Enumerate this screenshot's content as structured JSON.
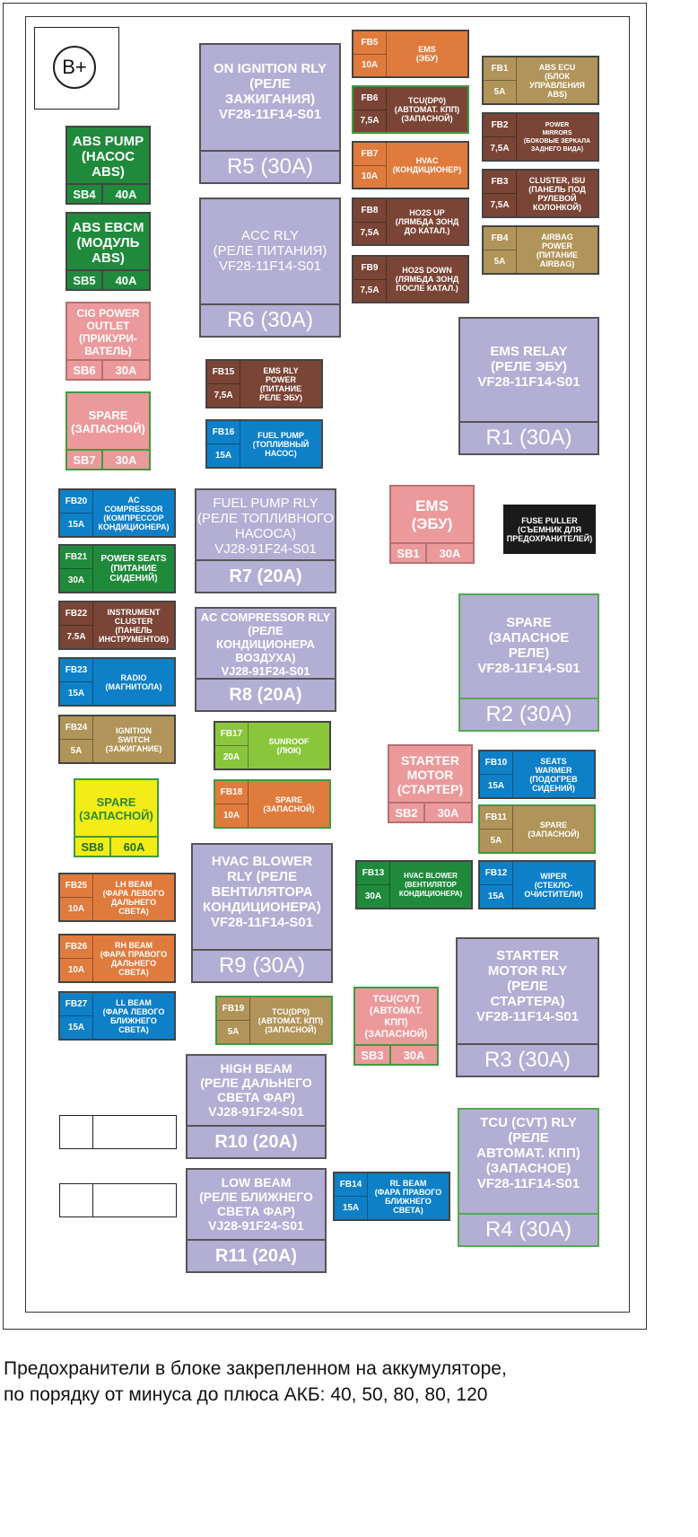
{
  "b_plus": "B+",
  "colors": {
    "orange": "#e07b3e",
    "brown": "#7a4536",
    "tan": "#b09459",
    "blue": "#0e80c8",
    "dark_green": "#1f8a3c",
    "light_green": "#8ac63c",
    "pink": "#ec999c",
    "yellow": "#f4ec16",
    "relay": "#b3aed4"
  },
  "relays": {
    "R5": {
      "title": "ON IGNITION RLY\n(РЕЛЕ\nЗАЖИГАНИЯ)\nVF28-11F14-S01",
      "rating": "R5 (30A)"
    },
    "R6": {
      "title": "ACC RLY\n(РЕЛЕ ПИТАНИЯ)\nVF28-11F14-S01",
      "rating": "R6 (30A)"
    },
    "R1": {
      "title": "EMS RELAY\n(РЕЛЕ ЭБУ)\nVF28-11F14-S01",
      "rating": "R1 (30A)"
    },
    "R7": {
      "title": "FUEL PUMP RLY\n(РЕЛЕ ТОПЛИВНОГО\nНАСОСА)\nVJ28-91F24-S01",
      "rating": "R7 (20A)"
    },
    "R8": {
      "title": "AC COMPRESSOR RLY\n(РЕЛЕ\nКОНДИЦИОНЕРА\nВОЗДУХА)\nVJ28-91F24-S01",
      "rating": "R8 (20A)"
    },
    "R2": {
      "title": "SPARE\n(ЗАПАСНОЕ\nРЕЛЕ)\nVF28-11F14-S01",
      "rating": "R2 (30A)"
    },
    "R9": {
      "title": "HVAC BLOWER\nRLY (РЕЛЕ\nВЕНТИЛЯТОРА\nКОНДИЦИОНЕРА)\nVF28-11F14-S01",
      "rating": "R9 (30A)"
    },
    "R3": {
      "title": "STARTER\nMOTOR RLY\n(РЕЛЕ\nСТАРТЕРА)\nVF28-11F14-S01",
      "rating": "R3 (30A)"
    },
    "R10": {
      "title": "HIGH BEAM\n(РЕЛЕ ДАЛЬНЕГО\nСВЕТА ФАР)\nVJ28-91F24-S01",
      "rating": "R10 (20A)"
    },
    "R11": {
      "title": "LOW BEAM\n(РЕЛЕ БЛИЖНЕГО\nСВЕТА ФАР)\nVJ28-91F24-S01",
      "rating": "R11 (20A)"
    },
    "R4": {
      "title": "TCU (CVT) RLY\n(РЕЛЕ\nАВТОМАТ. КПП)\n(ЗАПАСНОЕ)\nVF28-11F14-S01",
      "rating": "R4 (30A)"
    }
  },
  "sb": {
    "SB4": {
      "title": "ABS PUMP\n(НАСОС\nABS)",
      "id": "SB4",
      "amp": "40A"
    },
    "SB5": {
      "title": "ABS EBCM\n(МОДУЛЬ\nABS)",
      "id": "SB5",
      "amp": "40A"
    },
    "SB6": {
      "title": "CIG POWER\nOUTLET\n(ПРИКУРИ-\nВАТЕЛЬ)",
      "id": "SB6",
      "amp": "30A"
    },
    "SB7": {
      "title": "SPARE\n(ЗАПАСНОЙ)",
      "id": "SB7",
      "amp": "30A"
    },
    "SB1": {
      "title": "EMS\n(ЭБУ)",
      "id": "SB1",
      "amp": "30A"
    },
    "SB8": {
      "title": "SPARE\n(ЗАПАСНОЙ)",
      "id": "SB8",
      "amp": "60A"
    },
    "SB2": {
      "title": "STARTER\nMOTOR\n(СТАРТЕР)",
      "id": "SB2",
      "amp": "30A"
    },
    "SB3": {
      "title": "TCU(CVT)\n(АВТОМАТ.\nКПП)\n(ЗАПАСНОЙ)",
      "id": "SB3",
      "amp": "30A"
    }
  },
  "fb": {
    "FB5": {
      "id": "FB5",
      "amp": "10A",
      "label": "EMS\n(ЭБУ)"
    },
    "FB6": {
      "id": "FB6",
      "amp": "7,5A",
      "label": "TCU(DP0)\n(АВТОМАТ. КПП)\n(ЗАПАСНОЙ)"
    },
    "FB7": {
      "id": "FB7",
      "amp": "10A",
      "label": "HVAC\n(КОНДИЦИОНЕР)"
    },
    "FB8": {
      "id": "FB8",
      "amp": "7,5A",
      "label": "HO2S UP\n(ЛЯМБДА ЗОНД\nДО КАТАЛ.)"
    },
    "FB9": {
      "id": "FB9",
      "amp": "7,5A",
      "label": "HO2S DOWN\n(ЛЯМБДА ЗОНД\nПОСЛЕ КАТАЛ.)"
    },
    "FB1": {
      "id": "FB1",
      "amp": "5A",
      "label": "ABS ECU\n(БЛОК\nУПРАВЛЕНИЯ\nABS)"
    },
    "FB2": {
      "id": "FB2",
      "amp": "7,5A",
      "label": "POWER\nMIRRORS\n(БОКОВЫЕ ЗЕРКАЛА\nЗАДНЕГО ВИДА)"
    },
    "FB3": {
      "id": "FB3",
      "amp": "7,5A",
      "label": "CLUSTER, ISU\n(ПАНЕЛЬ ПОД\nРУЛЕВОЙ\nКОЛОНКОЙ)"
    },
    "FB4": {
      "id": "FB4",
      "amp": "5A",
      "label": "AIRBAG\nPOWER\n(ПИТАНИЕ\nAIRBAG)"
    },
    "FB15": {
      "id": "FB15",
      "amp": "7,5A",
      "label": "EMS RLY\nPOWER\n(ПИТАНИЕ\nРЕЛЕ ЭБУ)"
    },
    "FB16": {
      "id": "FB16",
      "amp": "15A",
      "label": "FUEL PUMP\n(ТОПЛИВНЫЙ\nНАСОС)"
    },
    "FB20": {
      "id": "FB20",
      "amp": "15A",
      "label": "AC\nCOMPRESSOR\n(КОМПРЕССОР\nКОНДИЦИОНЕРА)"
    },
    "FB21": {
      "id": "FB21",
      "amp": "30A",
      "label": "POWER SEATS\n(ПИТАНИЕ\nСИДЕНИЙ)"
    },
    "FB22": {
      "id": "FB22",
      "amp": "7.5A",
      "label": "INSTRUMENT\nCLUSTER\n(ПАНЕЛЬ\nИНСТРУМЕНТОВ)"
    },
    "FB23": {
      "id": "FB23",
      "amp": "15A",
      "label": "RADIO\n(МАГНИТОЛА)"
    },
    "FB24": {
      "id": "FB24",
      "amp": "5A",
      "label": "IGNITION\nSWITCH\n(ЗАЖИГАНИЕ)"
    },
    "FB17": {
      "id": "FB17",
      "amp": "20A",
      "label": "SUNROOF\n(ЛЮК)"
    },
    "FB18": {
      "id": "FB18",
      "amp": "10A",
      "label": "SPARE\n(ЗАПАСНОЙ)"
    },
    "FB10": {
      "id": "FB10",
      "amp": "15A",
      "label": "SEATS\nWARMER\n(ПОДОГРЕВ\nСИДЕНИЙ)"
    },
    "FB11": {
      "id": "FB11",
      "amp": "5A",
      "label": "SPARE\n(ЗАПАСНОЙ)"
    },
    "FB13": {
      "id": "FB13",
      "amp": "30A",
      "label": "HVAC BLOWER\n(ВЕНТИЛЯТОР\nКОНДИЦИОНЕРА)"
    },
    "FB12": {
      "id": "FB12",
      "amp": "15A",
      "label": "WIPER\n(СТЕКЛО-\nОЧИСТИТЕЛИ)"
    },
    "FB25": {
      "id": "FB25",
      "amp": "10A",
      "label": "LH BEAM\n(ФАРА ЛЕВОГО\nДАЛЬНЕГО\nСВЕТА)"
    },
    "FB26": {
      "id": "FB26",
      "amp": "10A",
      "label": "RH BEAM\n(ФАРА ПРАВОГО\nДАЛЬНЕГО\nСВЕТА)"
    },
    "FB27": {
      "id": "FB27",
      "amp": "15A",
      "label": "LL BEAM\n(ФАРА ЛЕВОГО\nБЛИЖНЕГО\nСВЕТА)"
    },
    "FB19": {
      "id": "FB19",
      "amp": "5A",
      "label": "TCU(DP0)\n(АВТОМАТ. КПП)\n(ЗАПАСНОЙ)"
    },
    "FB14": {
      "id": "FB14",
      "amp": "15A",
      "label": "RL BEAM\n(ФАРА ПРАВОГО\nБЛИЖНЕГО\nСВЕТА)"
    }
  },
  "fuse_puller": "FUSE PULLER\n(СЪЕМНИК ДЛЯ\nПРЕДОХРАНИТЕЛЕЙ)",
  "caption": "Предохранители в блоке закрепленном на аккумуляторе,\nпо порядку от минуса до плюса АКБ: 40, 50, 80, 80, 120"
}
